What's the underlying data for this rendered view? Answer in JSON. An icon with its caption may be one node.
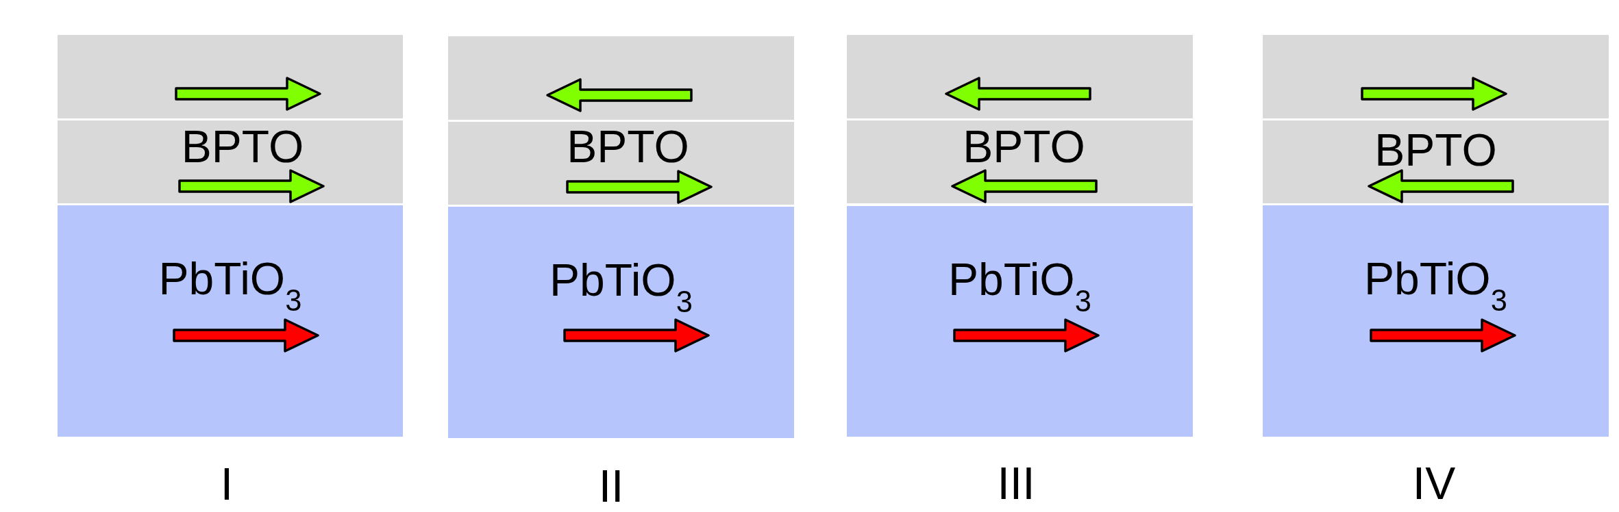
{
  "diagram": {
    "nodes": [
      {
        "text": [],
        "shape": "box"
      },
      {
        "text": [
          "BPTO"
        ]
      },
      {
        "text": [
          "PbTiO$_{3}$"
        ]
      },
      {
        "text": [],
        "shape": "box"
      },
      {
        "text": [
          "BPTO"
        ]
      },
      {
        "text": [
          "PbTiO$_{3}$"
        ]
      },
      {
        "text": [],
        "shape": "box"
      },
      {
        "text": [
          "BPTO"
        ]
      },
      {
        "text": [
          "PbTiO$_{3}$"
        ]
      },
      {
        "text": [],
        "shape": "box"
      },
      {
        "text": [
          "BPTO"
        ]
      },
      {
        "text": [
          "PbTiO$_{3}$"
        ]
      }
    ],
    "labels": [
      "I",
      "II",
      "III",
      "IV"
    ]
  }
}
